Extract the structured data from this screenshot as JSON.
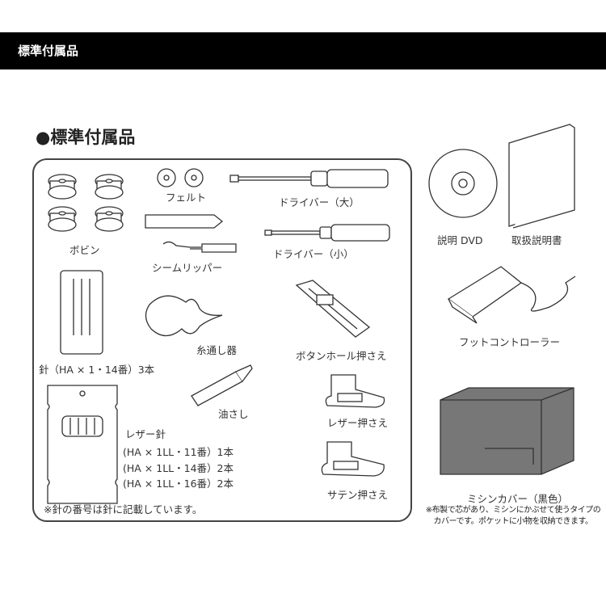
{
  "header": {
    "title": "標準付属品"
  },
  "section": {
    "title": "●標準付属品"
  },
  "items": {
    "bobbin": "ボビン",
    "felt": "フェルト",
    "screwdriver_large": "ドライバー（大）",
    "screwdriver_small": "ドライバー（小）",
    "seam_ripper": "シームリッパー",
    "needles": "針（HA × 1・14番）3本",
    "threader": "糸通し器",
    "buttonhole_foot": "ボタンホール押さえ",
    "oiler": "油さし",
    "leather_foot": "レザー押さえ",
    "satin_foot": "サテン押さえ",
    "leather_needle_title": "レザー針",
    "leather_needle_lines": [
      "(HA × 1LL・11番）1本",
      "(HA × 1LL・14番）2本",
      "(HA × 1LL・16番）2本"
    ],
    "needle_note": "※針の番号は針に記載しています。",
    "dvd": "説明 DVD",
    "manual": "取扱説明書",
    "foot_controller": "フットコントローラー",
    "cover": "ミシンカバー（黒色）",
    "cover_note_1": "※布製で芯があり、ミシンにかぶせて使うタイプの",
    "cover_note_2": "カバーです。ポケットに小物を収納できます。"
  }
}
